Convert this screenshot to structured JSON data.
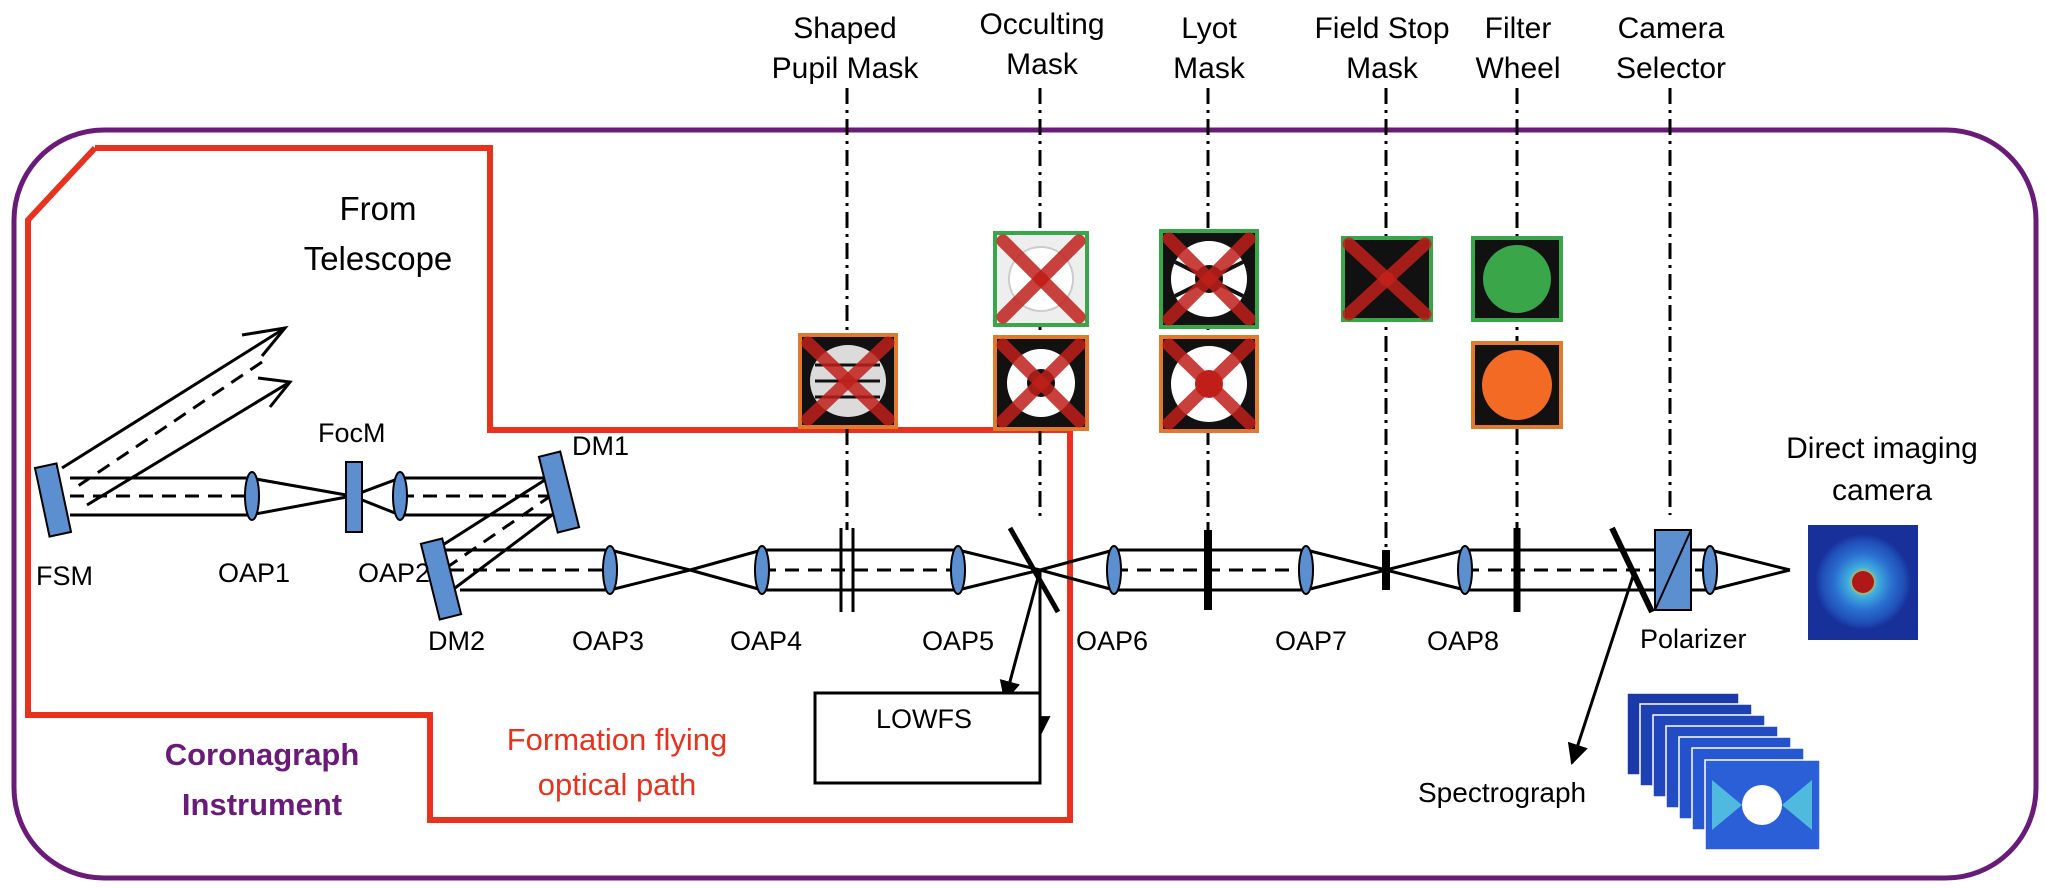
{
  "top_labels": {
    "shaped_pupil": [
      "Shaped",
      "Pupil Mask"
    ],
    "occulting": [
      "Occulting",
      "Mask"
    ],
    "lyot": [
      "Lyot",
      "Mask"
    ],
    "field_stop": [
      "Field Stop",
      "Mask"
    ],
    "filter_wheel": [
      "Filter",
      "Wheel"
    ],
    "camera_selector": [
      "Camera",
      "Selector"
    ]
  },
  "from_telescope": [
    "From",
    "Telescope"
  ],
  "components": {
    "fsm": "FSM",
    "oap1": "OAP1",
    "focm": "FocM",
    "dm1": "DM1",
    "oap2": "OAP2",
    "dm2": "DM2",
    "oap3": "OAP3",
    "oap4": "OAP4",
    "oap5": "OAP5",
    "oap6": "OAP6",
    "oap7": "OAP7",
    "oap8": "OAP8",
    "polarizer": "Polarizer",
    "lowfs": "LOWFS",
    "spectrograph": "Spectrograph"
  },
  "direct_imaging": [
    "Direct imaging",
    "camera"
  ],
  "instrument": [
    "Coronagraph",
    "Instrument"
  ],
  "formation": [
    "Formation flying",
    "optical path"
  ],
  "colors": {
    "instrument_border": "#6a1b7a",
    "formation_path": "#e8321e",
    "mask_active": "#e07a2c",
    "mask_inactive": "#3aa64a",
    "filter_green": "#3aa64a",
    "filter_orange": "#f26a24",
    "optic_blue": "#5b8fd0",
    "cross_red": "#c0201a"
  }
}
